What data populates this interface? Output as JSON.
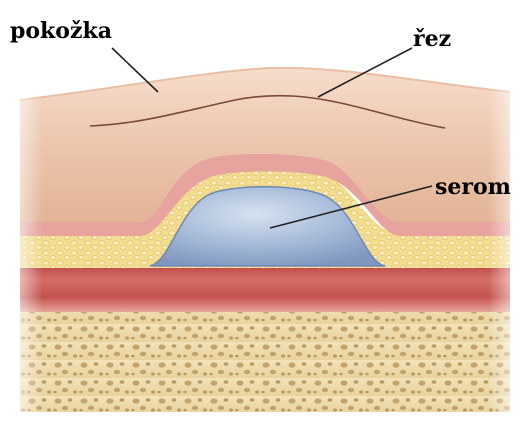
{
  "labels": {
    "skin": "pokožka",
    "incision": "řez",
    "seroma": "serom"
  },
  "colors": {
    "skin_tone": "#ecc7b0",
    "skin_dark": "#dca68b",
    "dermis_pink": "#e9a4a0",
    "fat_yellow": "#f1d985",
    "seroma_blue": "#9fb6d6",
    "muscle_red": "#c85350",
    "bone_beige": "#efdcad",
    "line_color": "#222222"
  }
}
